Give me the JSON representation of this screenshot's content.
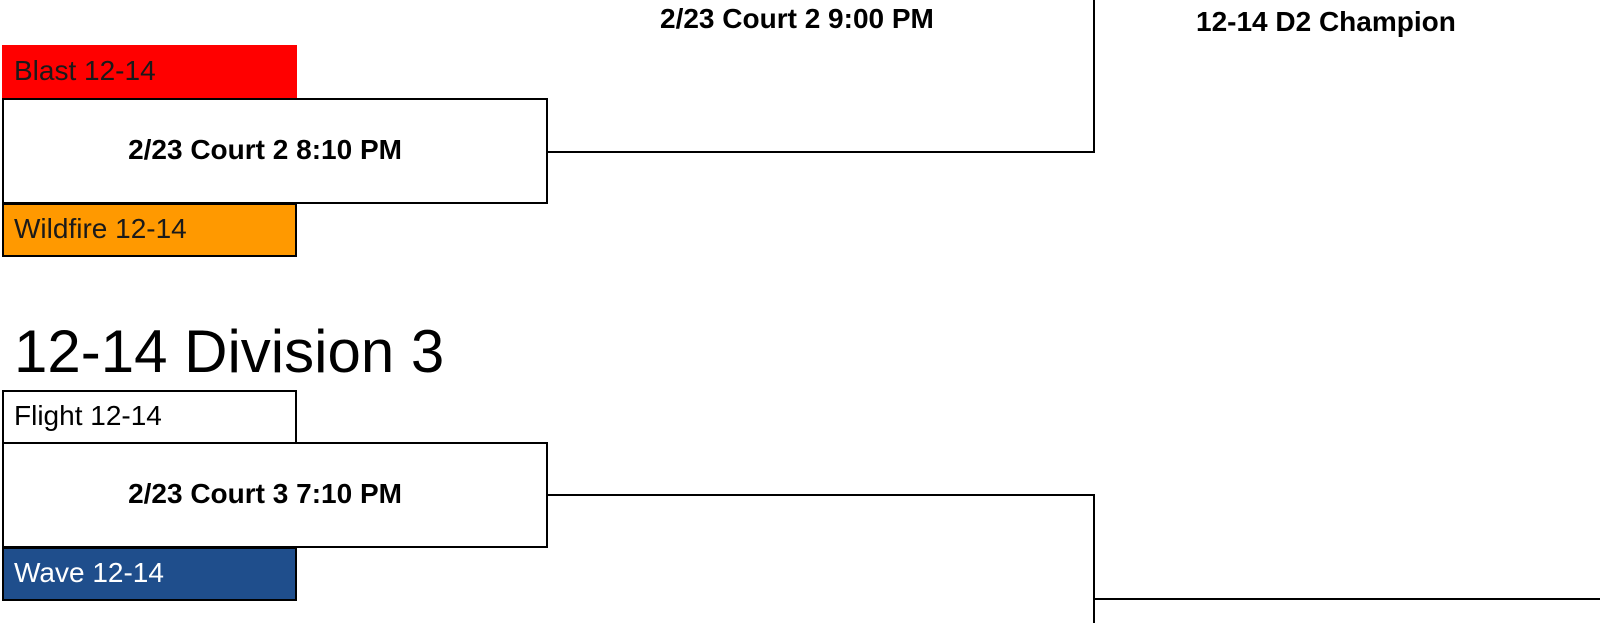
{
  "d2": {
    "final_game": {
      "label": "2/23 Court 2 9:00 PM"
    },
    "champion_label": "12-14 D2 Champion",
    "semi_game": {
      "label": "2/23 Court 2 8:10 PM"
    },
    "team_top": {
      "name": "Blast 12-14",
      "color": "#ff0000",
      "text_color": "#1a1a1a"
    },
    "team_bottom": {
      "name": "Wildfire 12-14",
      "color": "#ff9900",
      "text_color": "#1a1a1a"
    }
  },
  "d3": {
    "title": "12-14 Division 3",
    "semi_game": {
      "label": "2/23 Court 3 7:10 PM"
    },
    "team_top": {
      "name": "Flight 12-14",
      "color": "#ffffff",
      "text_color": "#000000"
    },
    "team_bottom": {
      "name": "Wave 12-14",
      "color": "#1f4e8c",
      "text_color": "#ffffff"
    }
  }
}
